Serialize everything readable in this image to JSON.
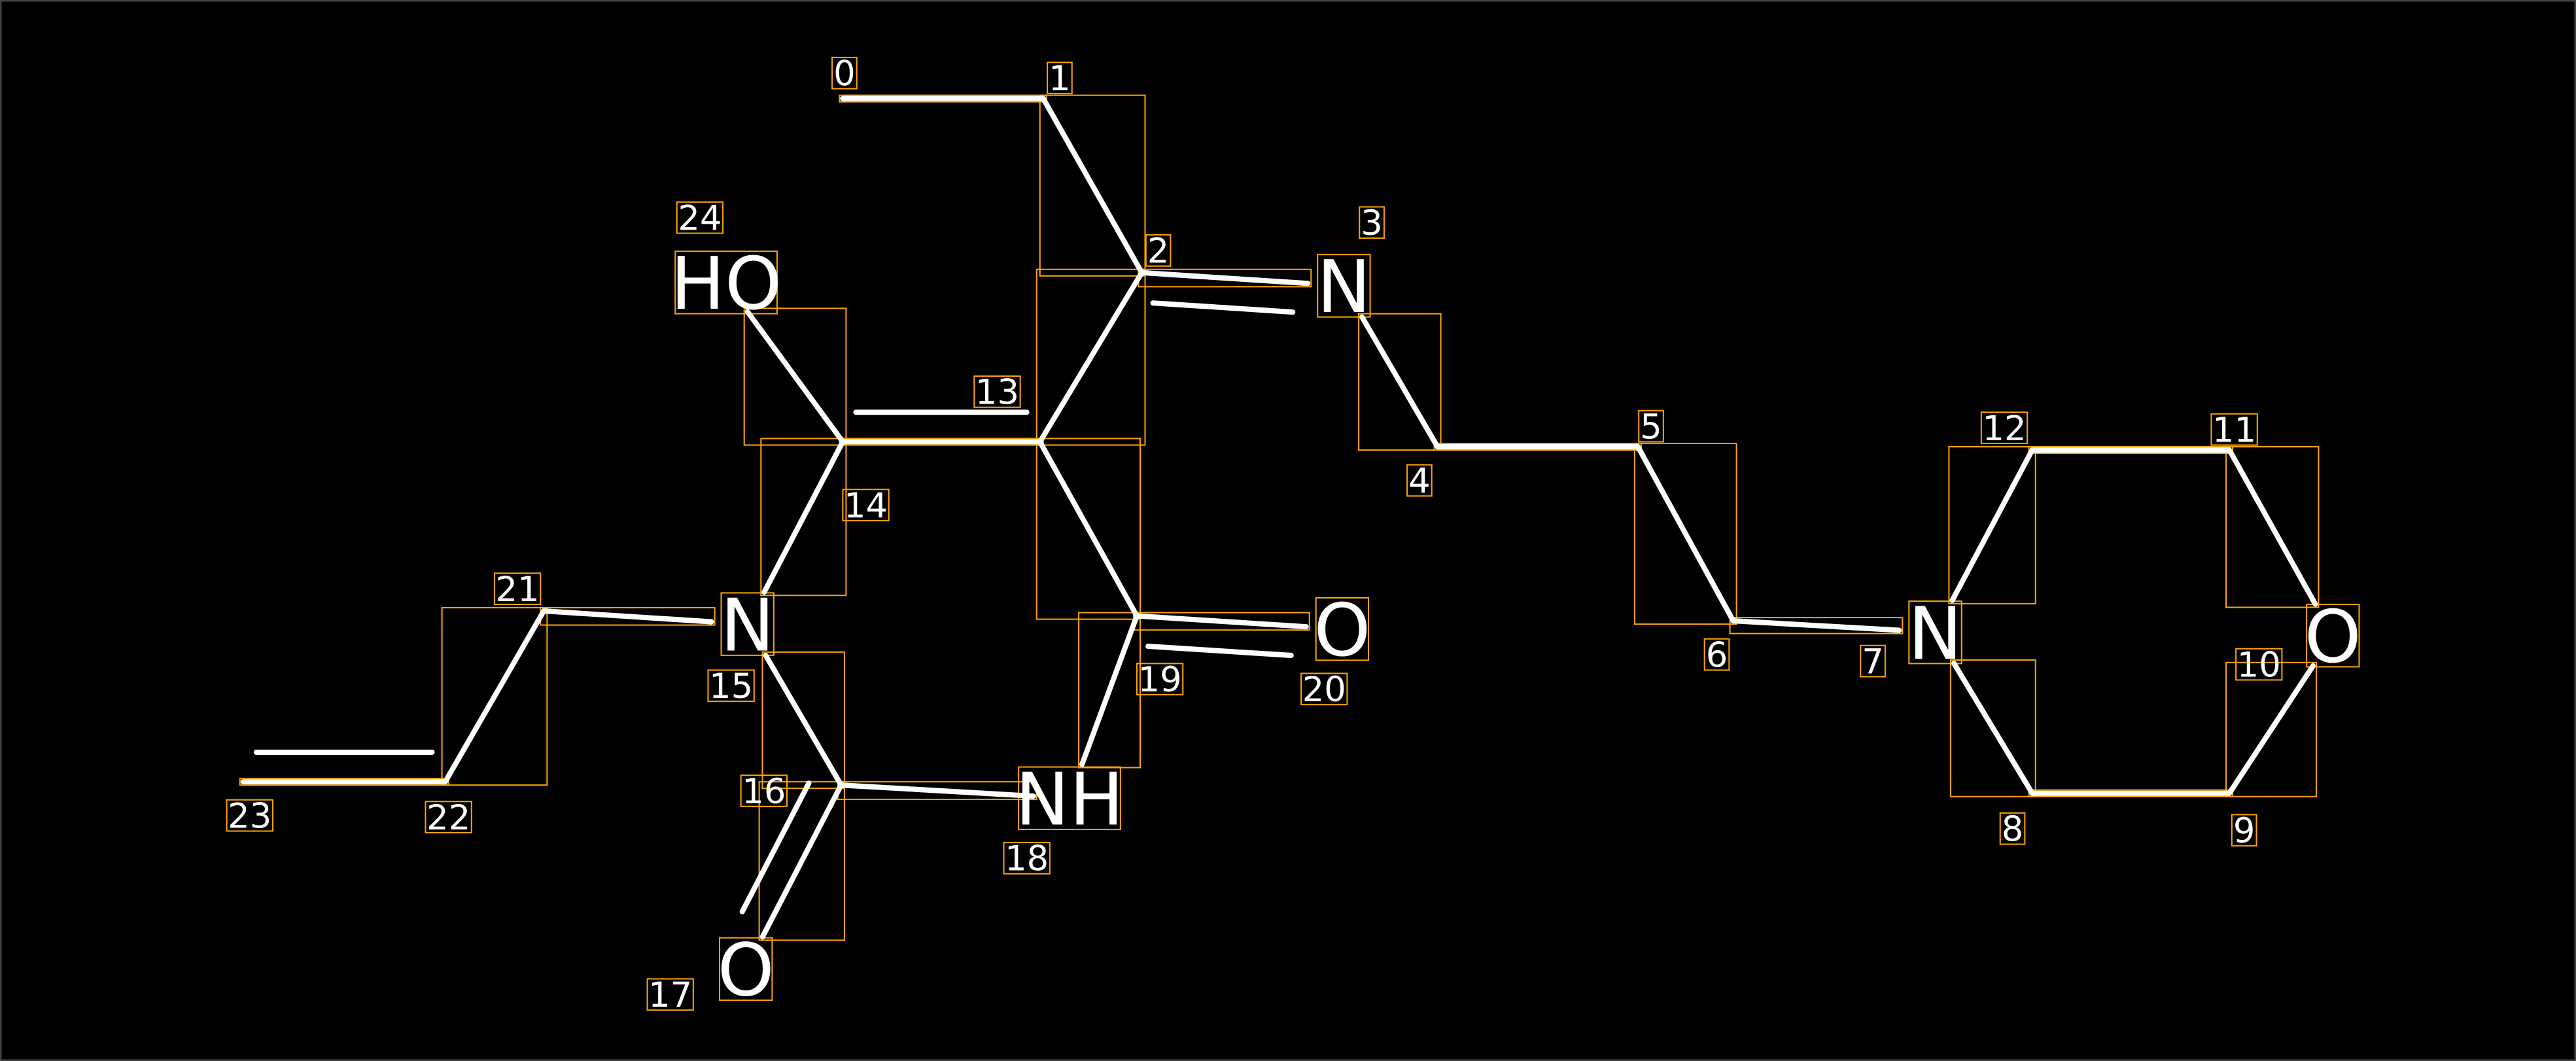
{
  "diagram": {
    "type": "molecule",
    "atoms": [
      {
        "index": "0",
        "symbol": ""
      },
      {
        "index": "1",
        "symbol": ""
      },
      {
        "index": "2",
        "symbol": ""
      },
      {
        "index": "3",
        "symbol": "N"
      },
      {
        "index": "4",
        "symbol": ""
      },
      {
        "index": "5",
        "symbol": ""
      },
      {
        "index": "6",
        "symbol": ""
      },
      {
        "index": "7",
        "symbol": "N"
      },
      {
        "index": "8",
        "symbol": ""
      },
      {
        "index": "9",
        "symbol": ""
      },
      {
        "index": "10",
        "symbol": "O"
      },
      {
        "index": "11",
        "symbol": ""
      },
      {
        "index": "12",
        "symbol": ""
      },
      {
        "index": "13",
        "symbol": ""
      },
      {
        "index": "14",
        "symbol": ""
      },
      {
        "index": "15",
        "symbol": "N"
      },
      {
        "index": "16",
        "symbol": ""
      },
      {
        "index": "17",
        "symbol": "O"
      },
      {
        "index": "18",
        "symbol": "NH"
      },
      {
        "index": "19",
        "symbol": ""
      },
      {
        "index": "20",
        "symbol": "O"
      },
      {
        "index": "21",
        "symbol": ""
      },
      {
        "index": "22",
        "symbol": ""
      },
      {
        "index": "23",
        "symbol": ""
      },
      {
        "index": "24",
        "symbol": "HO"
      }
    ],
    "bonds": [
      {
        "a": 0,
        "b": 1,
        "order": 1
      },
      {
        "a": 1,
        "b": 2,
        "order": 1
      },
      {
        "a": 2,
        "b": 3,
        "order": 2
      },
      {
        "a": 3,
        "b": 4,
        "order": 1
      },
      {
        "a": 4,
        "b": 5,
        "order": 1
      },
      {
        "a": 5,
        "b": 6,
        "order": 1
      },
      {
        "a": 6,
        "b": 7,
        "order": 1
      },
      {
        "a": 7,
        "b": 8,
        "order": 1
      },
      {
        "a": 8,
        "b": 9,
        "order": 1
      },
      {
        "a": 9,
        "b": 10,
        "order": 1
      },
      {
        "a": 10,
        "b": 11,
        "order": 1
      },
      {
        "a": 11,
        "b": 12,
        "order": 1
      },
      {
        "a": 12,
        "b": 7,
        "order": 1
      },
      {
        "a": 2,
        "b": 13,
        "order": 1
      },
      {
        "a": 13,
        "b": 14,
        "order": 2
      },
      {
        "a": 14,
        "b": 24,
        "order": 1
      },
      {
        "a": 14,
        "b": 15,
        "order": 1
      },
      {
        "a": 13,
        "b": 19,
        "order": 1
      },
      {
        "a": 19,
        "b": 20,
        "order": 2
      },
      {
        "a": 19,
        "b": 18,
        "order": 1
      },
      {
        "a": 15,
        "b": 16,
        "order": 1
      },
      {
        "a": 16,
        "b": 17,
        "order": 2
      },
      {
        "a": 16,
        "b": 18,
        "order": 1
      },
      {
        "a": 15,
        "b": 21,
        "order": 1
      },
      {
        "a": 21,
        "b": 22,
        "order": 1
      },
      {
        "a": 22,
        "b": 23,
        "order": 2
      }
    ]
  }
}
